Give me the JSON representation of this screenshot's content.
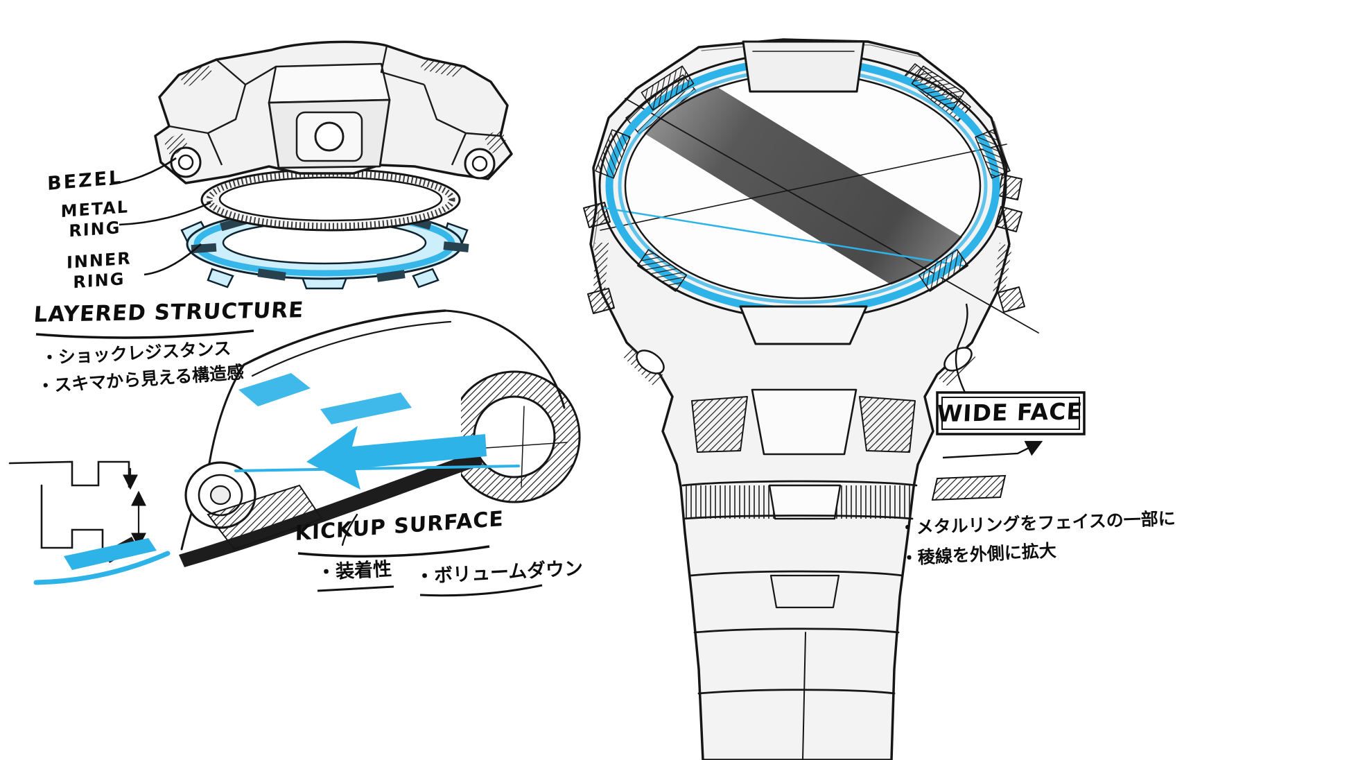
{
  "accent_color": "#2EB3E8",
  "exploded_view": {
    "bezel_label": "BEZEL",
    "metal_ring_label": "METAL RING",
    "inner_ring_label": "INNER RING"
  },
  "layered_structure": {
    "title": "LAYERED STRUCTURE",
    "bullets": [
      "・ショックレジスタンス",
      "・スキマから見える構造感"
    ]
  },
  "kickup_surface": {
    "title": "KICKUP SURFACE",
    "bullets": [
      "・装着性",
      "・ボリュームダウン"
    ]
  },
  "wide_face": {
    "title": "WIDE FACE",
    "bullets": [
      "・メタルリングをフェイスの一部に",
      "・稜線を外側に拡大"
    ]
  }
}
